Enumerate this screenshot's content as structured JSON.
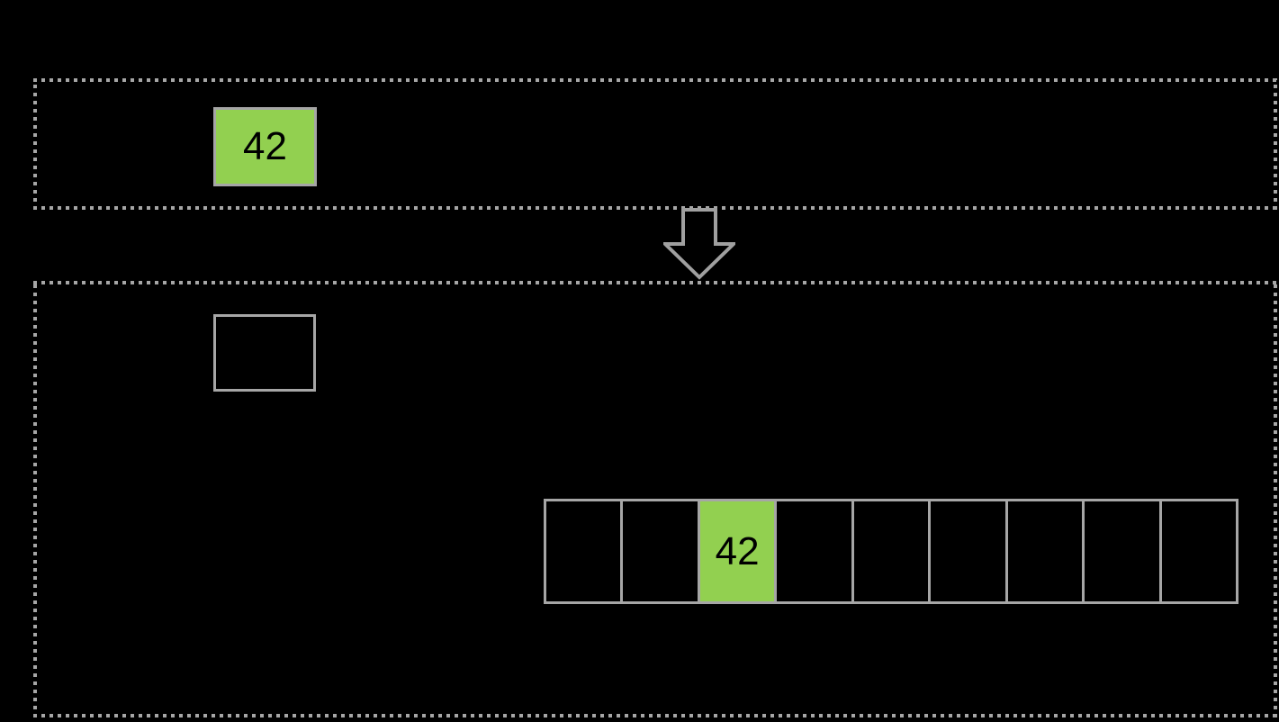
{
  "colors": {
    "background": "#000000",
    "highlight": "#92d050",
    "border": "#a6a6a6",
    "arrow_outline": "#a0a0a0",
    "text": "#000000"
  },
  "top_region": {
    "value_box": {
      "value": "42"
    }
  },
  "arrow": {
    "direction": "down"
  },
  "bottom_region": {
    "empty_box": {
      "value": ""
    },
    "array": {
      "cells": [
        "",
        "",
        "42",
        "",
        "",
        "",
        "",
        "",
        ""
      ],
      "highlight_index": 2
    }
  }
}
